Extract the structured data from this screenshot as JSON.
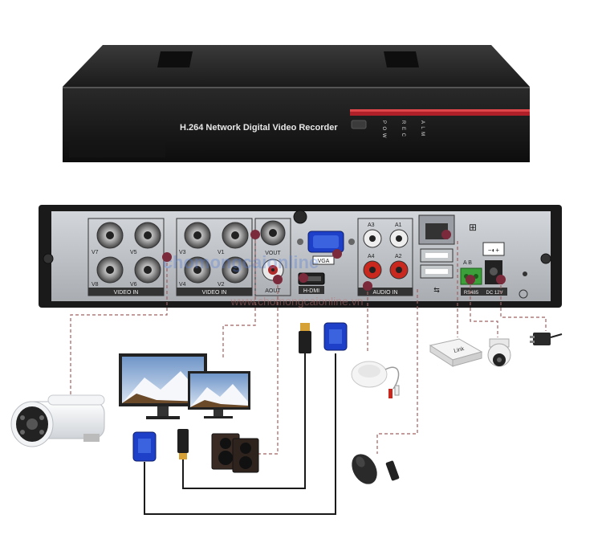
{
  "front_panel": {
    "title": "H.264 Network Digital Video Recorder",
    "indicators": [
      "P O W",
      "R E C",
      "A L M"
    ]
  },
  "rear_panel": {
    "video_in_group_1": {
      "label": "VIDEO IN",
      "ports": [
        "V7",
        "V5",
        "V8",
        "V6"
      ]
    },
    "video_in_group_2": {
      "label": "VIDEO IN",
      "ports": [
        "V3",
        "V1",
        "V4",
        "V2"
      ]
    },
    "video_out": {
      "vout": "VOUT",
      "aout": "AOUT"
    },
    "vga": "VGA",
    "hdmi": "H-DMI",
    "audio_in": {
      "label": "AUDIO IN",
      "ports": [
        "A3",
        "A1",
        "A4",
        "A2"
      ]
    },
    "rs485": {
      "label": "RS485",
      "pins": "A  B"
    },
    "power": "DC 12V"
  },
  "devices": {
    "router_label": "Link"
  },
  "watermark": {
    "logo": "chomongcaionline",
    "url": "www.chomongcaionline.vn"
  },
  "colors": {
    "dvr_body": "#1c1c1c",
    "panel": "#b9bcc0",
    "vga_blue": "#1e40c8",
    "rca_red": "#c8281e",
    "led_red": "#c0202a",
    "line": "#1a1a1a",
    "dashed": "#a06060",
    "dot": "#7a2a3a"
  }
}
